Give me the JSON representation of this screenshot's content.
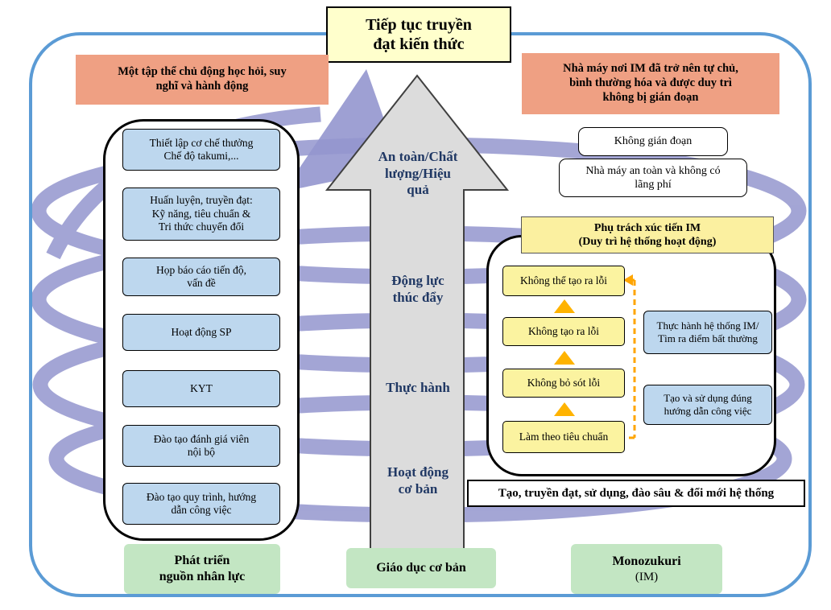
{
  "colors": {
    "outer_border": "#5B9BD5",
    "spiral": "#9496CE",
    "banner_bg": "#EFA083",
    "title_bg": "#FFFFCC",
    "blue_box_bg": "#BDD7EE",
    "yellow_bg": "#FBF3A0",
    "green_bg": "#C3E6C3",
    "arrow_bg": "#DCDCDC",
    "connector_orange": "#FFA500"
  },
  "title": "Tiếp tục truyền\nđạt kiến thức",
  "left_banner": "Một tập thể chủ động học hỏi, suy\nnghĩ và hành động",
  "right_banner": "Nhà máy nơi IM đã trở nên tự chủ,\nbình thường hóa và được duy trì\nkhông bị gián đoạn",
  "left_column": {
    "items": [
      "Thiết lập cơ chế thưởng\nChế độ takumi,...",
      "Huấn luyện, truyền đạt:\nKỹ năng, tiêu chuẩn &\nTri thức chuyển đổi",
      "Họp báo cáo tiến độ,\nvấn đề",
      "Hoạt động SP",
      "KYT",
      "Đào tạo đánh giá viên\nnội bộ",
      "Đào tạo quy trình, hướng\ndẫn công việc"
    ]
  },
  "arrow_levels": [
    "An toàn/Chất\nlượng/Hiệu\nquả",
    "Động lực\nthúc đẩy",
    "Thực hành",
    "Hoạt động\ncơ bản"
  ],
  "right_top_boxes": [
    "Không gián đoạn",
    "Nhà máy an toàn và không có\nlãng phí"
  ],
  "im_panel": {
    "header": "Phụ trách xúc tiến IM\n(Duy trì hệ thống hoạt động)",
    "steps": [
      "Không thể tạo ra lỗi",
      "Không tạo ra lỗi",
      "Không bỏ sót lỗi",
      "Làm theo tiêu chuẩn"
    ],
    "practices": [
      "Thực hành hệ thống IM/\nTìm ra điểm bất thường",
      "Tạo và sử dụng đúng\nhướng dẫn công việc"
    ]
  },
  "bottom_bar": "Tạo, truyền đạt, sử dụng, đào sâu & đổi mới hệ thống",
  "bottom_labels": [
    {
      "text": "Phát triển\nnguồn nhân lực"
    },
    {
      "text": "Giáo dục cơ bản"
    },
    {
      "line1": "Monozukuri",
      "line2": "(IM)"
    }
  ]
}
